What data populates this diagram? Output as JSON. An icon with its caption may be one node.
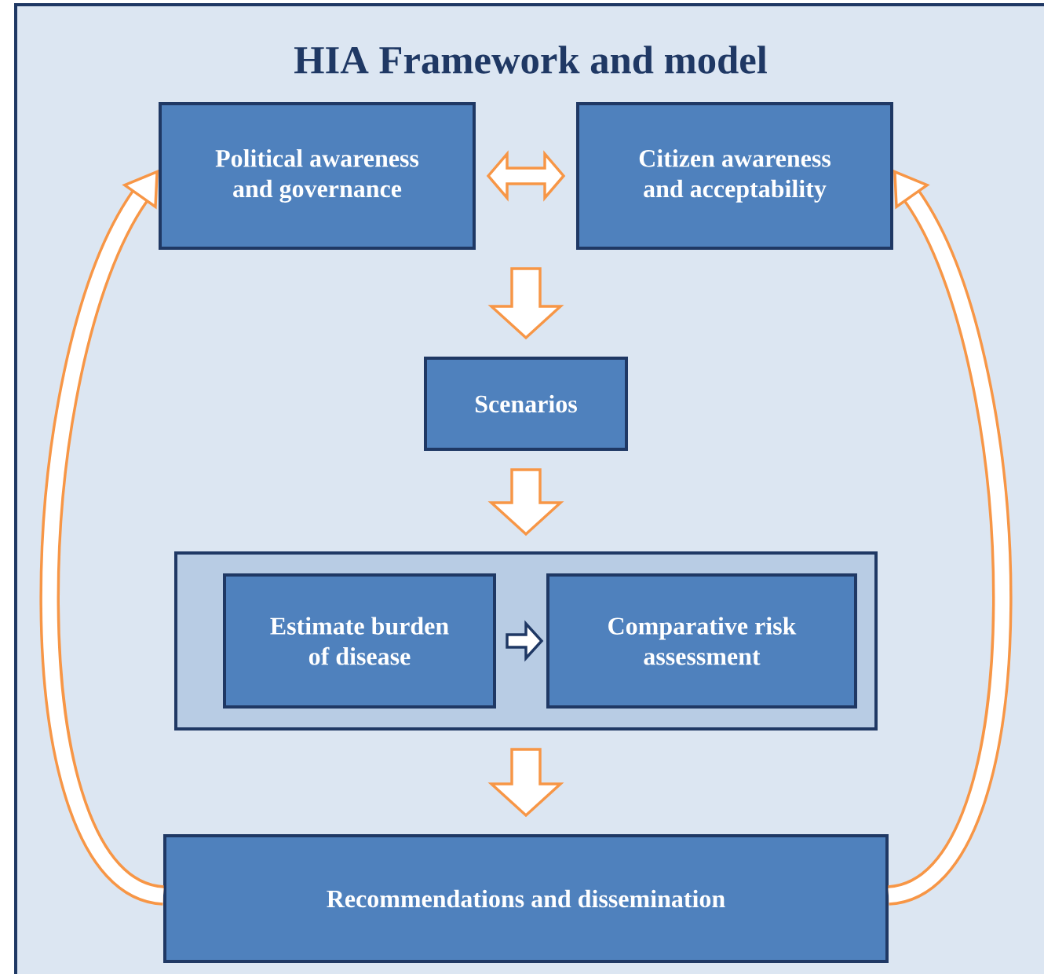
{
  "diagram": {
    "title": "HIA Framework and model",
    "nodes": [
      {
        "text": [
          "Political awareness and governance"
        ]
      },
      {
        "text": [
          "Citizen awareness and acceptability"
        ]
      },
      {
        "text": [
          "Scenarios"
        ]
      },
      {
        "text": [],
        "shape": "box"
      },
      {
        "text": [
          "Estimate burden of disease"
        ],
        "in": 3
      },
      {
        "text": [
          "Comparative risk assessment"
        ],
        "in": 3
      },
      {
        "text": [
          "Recommendations and dissemination"
        ]
      }
    ],
    "edges": [
      {
        "from": 0,
        "to": 1,
        "arrow": "both"
      },
      {
        "from": 0,
        "to": 2,
        "arrow": "to"
      },
      {
        "from": 1,
        "to": 2,
        "arrow": "to"
      },
      {
        "from": 2,
        "to": 3,
        "arrow": "to"
      },
      {
        "from": 4,
        "to": 5,
        "arrow": "to",
        "color": "#1f3864"
      },
      {
        "from": 3,
        "to": 6,
        "arrow": "to"
      },
      {
        "from": 6,
        "to": 0,
        "arrow": "to"
      },
      {
        "from": 6,
        "to": 1,
        "arrow": "to"
      }
    ]
  }
}
